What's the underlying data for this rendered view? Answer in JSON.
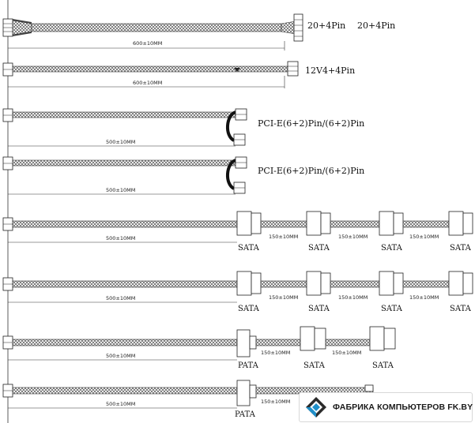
{
  "cables": [
    {
      "label": "20+4Pin",
      "label2": "20+4Pin",
      "length": "600±10MM"
    },
    {
      "label": "12V4+4Pin",
      "length": "600±10MM"
    },
    {
      "label": "PCI-E(6+2)Pin/(6+2)Pin",
      "length": "500±10MM"
    },
    {
      "label": "PCI-E(6+2)Pin/(6+2)Pin",
      "length": "500±10MM"
    },
    {
      "length": "500±10MM",
      "segment": "150±10MM",
      "connectors": [
        "SATA",
        "SATA",
        "SATA",
        "SATA"
      ]
    },
    {
      "length": "500±10MM",
      "segment": "150±10MM",
      "connectors": [
        "SATA",
        "SATA",
        "SATA",
        "SATA"
      ]
    },
    {
      "length": "500±10MM",
      "segment": "150±10MM",
      "connectors": [
        "PATA",
        "SATA",
        "SATA"
      ]
    },
    {
      "length": "500±10MM",
      "segment": "150±10MM",
      "connectors": [
        "PATA"
      ]
    }
  ],
  "logo": {
    "text": "ФАБРИКА КОМПЬЮТЕРОВ FK.BY",
    "icon": "fk-logo-icon",
    "colors": [
      "#1f8fc9",
      "#2b2b2b"
    ]
  }
}
